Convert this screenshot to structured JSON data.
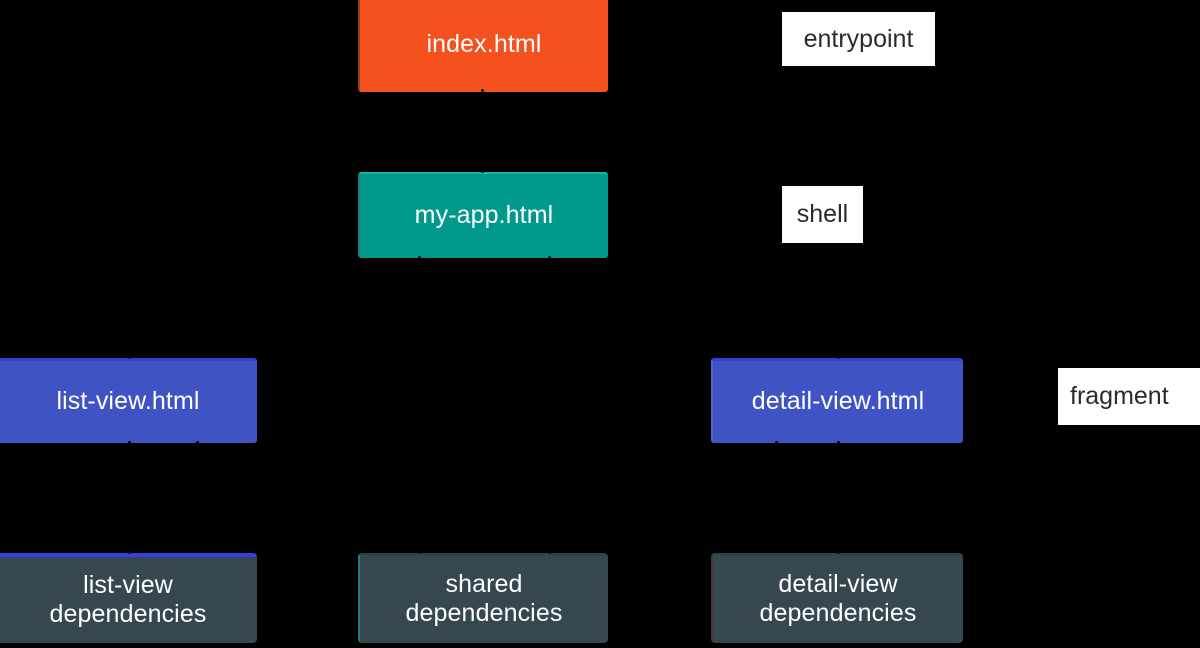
{
  "diagram": {
    "title": "polymer app build dependency diagram",
    "background_color": "#000000",
    "nodes": [
      {
        "id": "index",
        "label": "index.html",
        "fill": "#F4511E",
        "text_color": "#ffffff",
        "role": "entrypoint"
      },
      {
        "id": "my-app",
        "label": "my-app.html",
        "fill": "#00998C",
        "text_color": "#ffffff",
        "role": "shell"
      },
      {
        "id": "list-view",
        "label": "list-view.html",
        "fill": "#4053C4",
        "text_color": "#ffffff",
        "role": "fragment"
      },
      {
        "id": "detail-view",
        "label": "detail-view.html",
        "fill": "#4053C4",
        "text_color": "#ffffff",
        "role": "fragment"
      },
      {
        "id": "list-view-deps",
        "label": "list-view\ndependencies",
        "fill": "#37474F",
        "text_color": "#ffffff",
        "role": "dependencies"
      },
      {
        "id": "shared-deps",
        "label": "shared\ndependencies",
        "fill": "#37474F",
        "text_color": "#ffffff",
        "role": "dependencies"
      },
      {
        "id": "detail-view-deps",
        "label": "detail-view\ndependencies",
        "fill": "#37474F",
        "text_color": "#ffffff",
        "role": "dependencies"
      }
    ],
    "annotations": [
      {
        "id": "entrypoint-tag",
        "label": "entrypoint",
        "fill": "#ffffff",
        "text_color": "#2b2b2b"
      },
      {
        "id": "shell-tag",
        "label": "shell",
        "fill": "#ffffff",
        "text_color": "#2b2b2b"
      },
      {
        "id": "fragment-tag",
        "label": "fragment",
        "fill": "#ffffff",
        "text_color": "#2b2b2b"
      }
    ],
    "edges": [
      {
        "from": "index",
        "to": "my-app"
      },
      {
        "from": "my-app",
        "to": "list-view"
      },
      {
        "from": "my-app",
        "to": "detail-view"
      },
      {
        "from": "list-view",
        "to": "list-view-deps"
      },
      {
        "from": "list-view",
        "to": "shared-deps"
      },
      {
        "from": "detail-view",
        "to": "shared-deps"
      },
      {
        "from": "detail-view",
        "to": "detail-view-deps"
      }
    ]
  }
}
